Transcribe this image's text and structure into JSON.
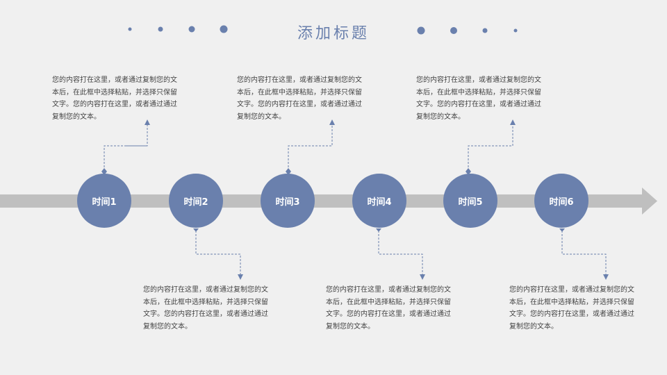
{
  "title": "添加标题",
  "accent_color": "#6a80ad",
  "milestones": [
    {
      "label": "时间1",
      "text": "您的内容打在这里，或者通过复制您的文本后，在此框中选择粘贴，并选择只保留文字。您的内容打在这里，或者通过通过复制您的文本。"
    },
    {
      "label": "时间2",
      "text": "您的内容打在这里，或者通过复制您的文本后，在此框中选择粘贴，并选择只保留文字。您的内容打在这里，或者通过通过复制您的文本。"
    },
    {
      "label": "时间3",
      "text": "您的内容打在这里，或者通过复制您的文本后，在此框中选择粘贴，并选择只保留文字。您的内容打在这里，或者通过通过复制您的文本。"
    },
    {
      "label": "时间4",
      "text": "您的内容打在这里，或者通过复制您的文本后，在此框中选择粘贴，并选择只保留文字。您的内容打在这里，或者通过通过复制您的文本。"
    },
    {
      "label": "时间5",
      "text": "您的内容打在这里，或者通过复制您的文本后，在此框中选择粘贴，并选择只保留文字。您的内容打在这里，或者通过通过复制您的文本。"
    },
    {
      "label": "时间6",
      "text": "您的内容打在这里，或者通过复制您的文本后，在此框中选择粘贴，并选择只保留文字。您的内容打在这里，或者通过通过复制您的文本。"
    }
  ]
}
